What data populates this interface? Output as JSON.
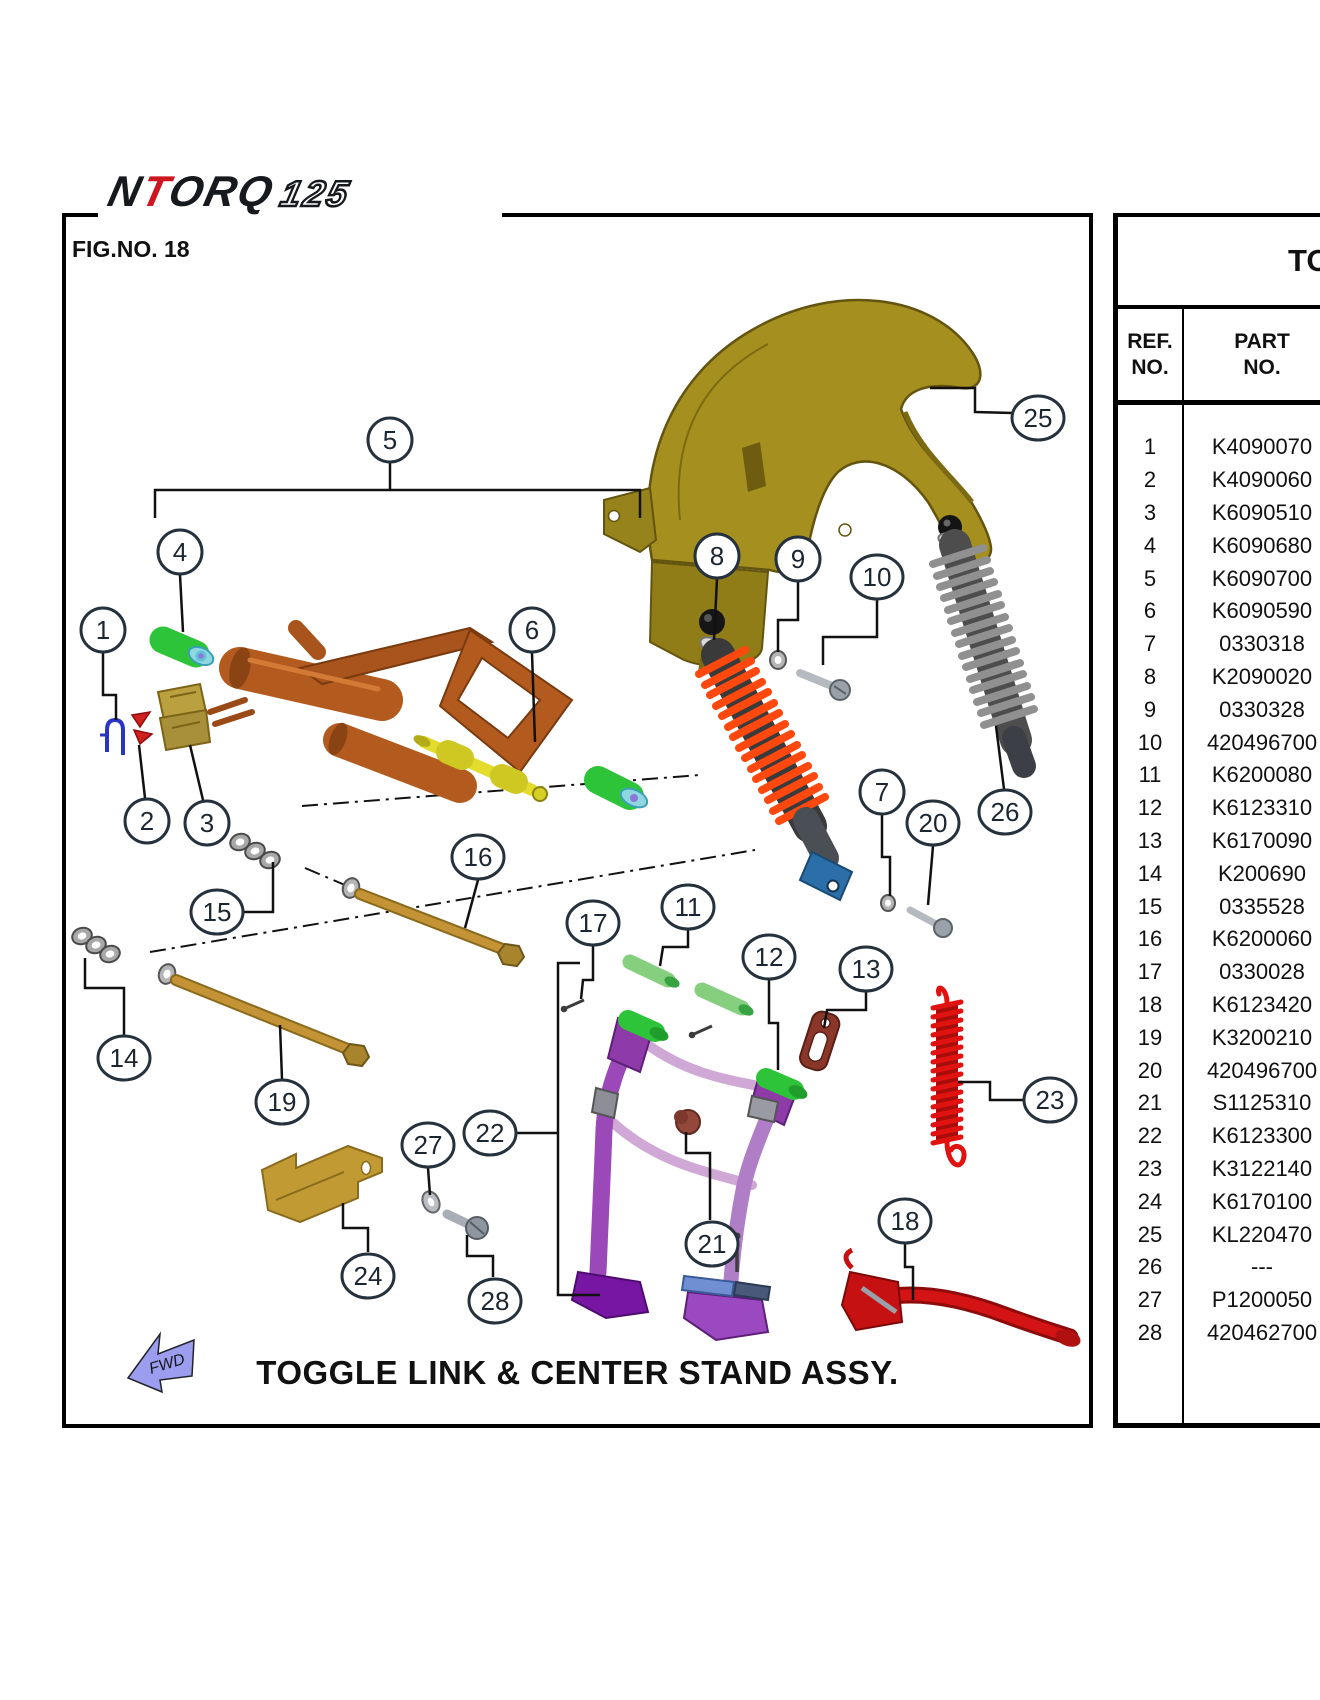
{
  "logo": {
    "part1": "N",
    "part2": "T",
    "part3": "ORQ",
    "suffix": "125"
  },
  "fig_label": "FIG.NO. 18",
  "footer_title": "TOGGLE LINK & CENTER STAND ASSY.",
  "fwd_label": "FWD",
  "table": {
    "title_visible": "TO",
    "col1_header_line1": "REF.",
    "col1_header_line2": "NO.",
    "col2_header_line1": "PART",
    "col2_header_line2": "NO.",
    "rows": [
      {
        "ref": "1",
        "part": "K4090070"
      },
      {
        "ref": "2",
        "part": "K4090060"
      },
      {
        "ref": "3",
        "part": "K6090510"
      },
      {
        "ref": "4",
        "part": "K6090680"
      },
      {
        "ref": "5",
        "part": "K6090700"
      },
      {
        "ref": "6",
        "part": "K6090590"
      },
      {
        "ref": "7",
        "part": "0330318"
      },
      {
        "ref": "8",
        "part": "K2090020"
      },
      {
        "ref": "9",
        "part": "0330328"
      },
      {
        "ref": "10",
        "part": "420496700"
      },
      {
        "ref": "11",
        "part": "K6200080"
      },
      {
        "ref": "12",
        "part": "K6123310"
      },
      {
        "ref": "13",
        "part": "K6170090"
      },
      {
        "ref": "14",
        "part": "K200690"
      },
      {
        "ref": "15",
        "part": "0335528"
      },
      {
        "ref": "16",
        "part": "K6200060"
      },
      {
        "ref": "17",
        "part": "0330028"
      },
      {
        "ref": "18",
        "part": "K6123420"
      },
      {
        "ref": "19",
        "part": "K3200210"
      },
      {
        "ref": "20",
        "part": "420496700"
      },
      {
        "ref": "21",
        "part": "S1125310"
      },
      {
        "ref": "22",
        "part": "K6123300"
      },
      {
        "ref": "23",
        "part": "K3122140"
      },
      {
        "ref": "24",
        "part": "K6170100"
      },
      {
        "ref": "25",
        "part": "KL220470"
      },
      {
        "ref": "26",
        "part": "---"
      },
      {
        "ref": "27",
        "part": "P1200050"
      },
      {
        "ref": "28",
        "part": "420462700"
      }
    ]
  },
  "callouts": [
    "1",
    "2",
    "3",
    "4",
    "5",
    "6",
    "7",
    "8",
    "9",
    "10",
    "11",
    "12",
    "13",
    "14",
    "15",
    "16",
    "17",
    "18",
    "19",
    "20",
    "21",
    "22",
    "23",
    "24",
    "25",
    "26",
    "27",
    "28"
  ],
  "colors": {
    "logo_red": "#cc1620",
    "fender_olive": "#a5901f",
    "linkage_brown": "#b35a1e",
    "bushing_green": "#2ec43a",
    "shaft_yellow": "#e3dc2e",
    "shock_orange": "#ff480e",
    "shock_gray": "#909090",
    "clevis_blue": "#2b6ea8",
    "stand_purple": "#9b48b8",
    "spring_red": "#e01310",
    "rod_gold": "#c49335",
    "fwd_arrow": "#9d9df0"
  }
}
